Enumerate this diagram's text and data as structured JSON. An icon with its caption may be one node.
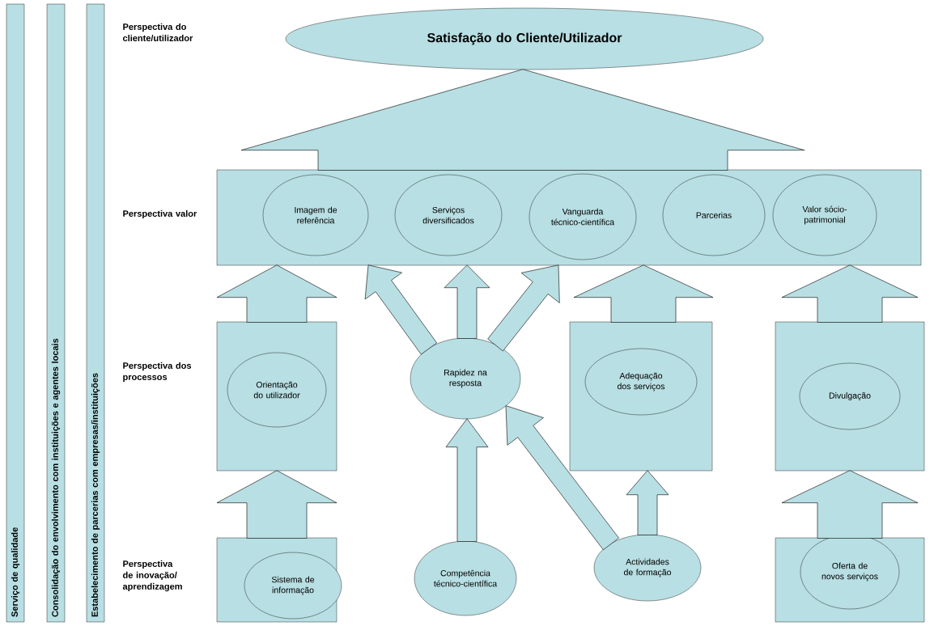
{
  "diagram": {
    "nodes": [
      {
        "text": [
          "Serviço de qualidade"
        ]
      },
      {
        "text": [
          "Consolidação do envolvimento com instituições e agentes locais"
        ]
      },
      {
        "text": [
          "Estabelecimento de parcerias com empresas/instituições"
        ]
      },
      {
        "text": [
          "Satisfação do Cliente/Utilizador"
        ]
      },
      {
        "text": [],
        "shape": "box"
      },
      {
        "text": [
          "Imagem de referência"
        ],
        "in": 4
      },
      {
        "text": [
          "Serviços diversificados"
        ],
        "in": 4
      },
      {
        "text": [
          "Vanguarda técnico-científica"
        ],
        "in": 4
      },
      {
        "text": [
          "Parcerias"
        ],
        "in": 4
      },
      {
        "text": [
          "Valor sócio-patrimonial"
        ],
        "in": 4
      },
      {
        "text": [],
        "shape": "box"
      },
      {
        "text": [
          "Orientação do utilizador"
        ],
        "in": 10
      },
      {
        "text": [
          "Rapidez na resposta"
        ]
      },
      {
        "text": [],
        "shape": "box"
      },
      {
        "text": [
          "Adequação dos serviços"
        ],
        "in": 13
      },
      {
        "text": [],
        "shape": "box"
      },
      {
        "text": [
          "Divulgação"
        ],
        "in": 15
      },
      {
        "text": [],
        "shape": "box"
      },
      {
        "text": [
          "Sistema de informação"
        ],
        "in": 17
      },
      {
        "text": [
          "Competência técnico-científica"
        ]
      },
      {
        "text": [
          "Actividades de formação"
        ]
      },
      {
        "text": [],
        "shape": "box"
      },
      {
        "text": [
          "Oferta de novos serviços"
        ],
        "in": 21
      }
    ],
    "edges": [
      {
        "from": 4,
        "to": 3,
        "arrow": "to"
      },
      {
        "from": 10,
        "to": 4,
        "arrow": "to"
      },
      {
        "from": 12,
        "to": 4,
        "arrow": "to"
      },
      {
        "from": 12,
        "to": 4,
        "arrow": "to"
      },
      {
        "from": 12,
        "to": 4,
        "arrow": "to"
      },
      {
        "from": 13,
        "to": 4,
        "arrow": "to"
      },
      {
        "from": 15,
        "to": 4,
        "arrow": "to"
      },
      {
        "from": 17,
        "to": 10,
        "arrow": "to"
      },
      {
        "from": 19,
        "to": 12,
        "arrow": "to"
      },
      {
        "from": 20,
        "to": 12,
        "arrow": "to"
      },
      {
        "from": 20,
        "to": 13,
        "arrow": "to"
      },
      {
        "from": 21,
        "to": 15,
        "arrow": "to"
      }
    ],
    "labels": [
      "Perspectiva do cliente/utilizador",
      "Perspectiva valor",
      "Perspectiva dos processos",
      "Perspectiva de inovação/ aprendizagem"
    ]
  }
}
